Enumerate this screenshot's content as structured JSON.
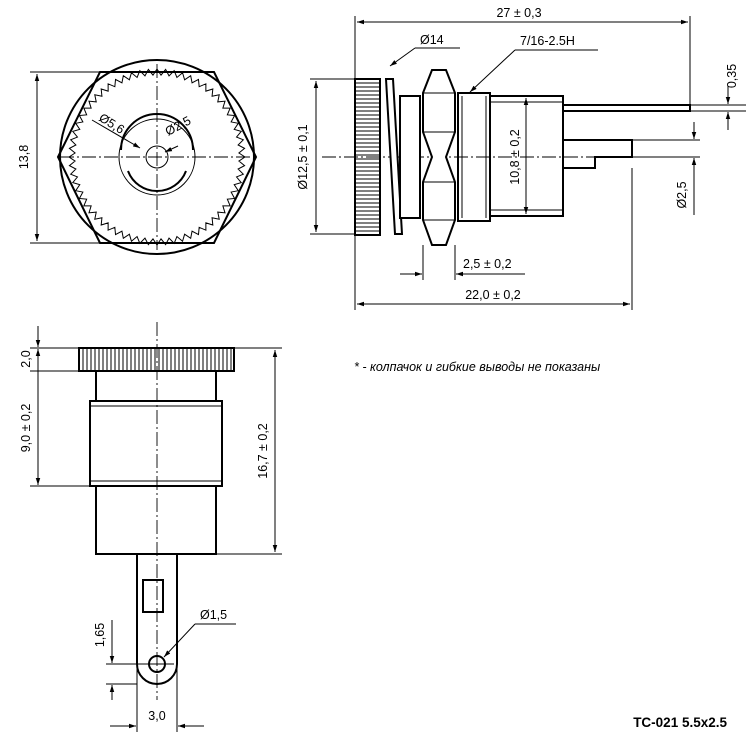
{
  "title_block": {
    "model": "TC-021 5.5x2.5"
  },
  "note": "* - колпачок и гибкие выводы не показаны",
  "front_view": {
    "hex_height": "13,8",
    "outer_diameter": "Ø5,6",
    "pin_diameter": "Ø2,5"
  },
  "side_view": {
    "overall_length": "27 ± 0,3",
    "washer_diameter": "Ø14",
    "thread": "7/16-2.5H",
    "lead_thickness": "0,35",
    "flange_diameter": "Ø12,5 ± 0,1",
    "body_diameter": "10,8 ± 0,2",
    "lead_offset": "Ø2,5",
    "nut_width": "2,5 ± 0,2",
    "body_length": "22,0 ± 0,2"
  },
  "bottom_view": {
    "cap_height": "2,0",
    "thread_length": "9,0 ± 0,2",
    "total_height": "16,7 ± 0,2",
    "hole_offset": "1,65",
    "hole_diameter": "Ø1,5",
    "lug_width": "3,0"
  }
}
